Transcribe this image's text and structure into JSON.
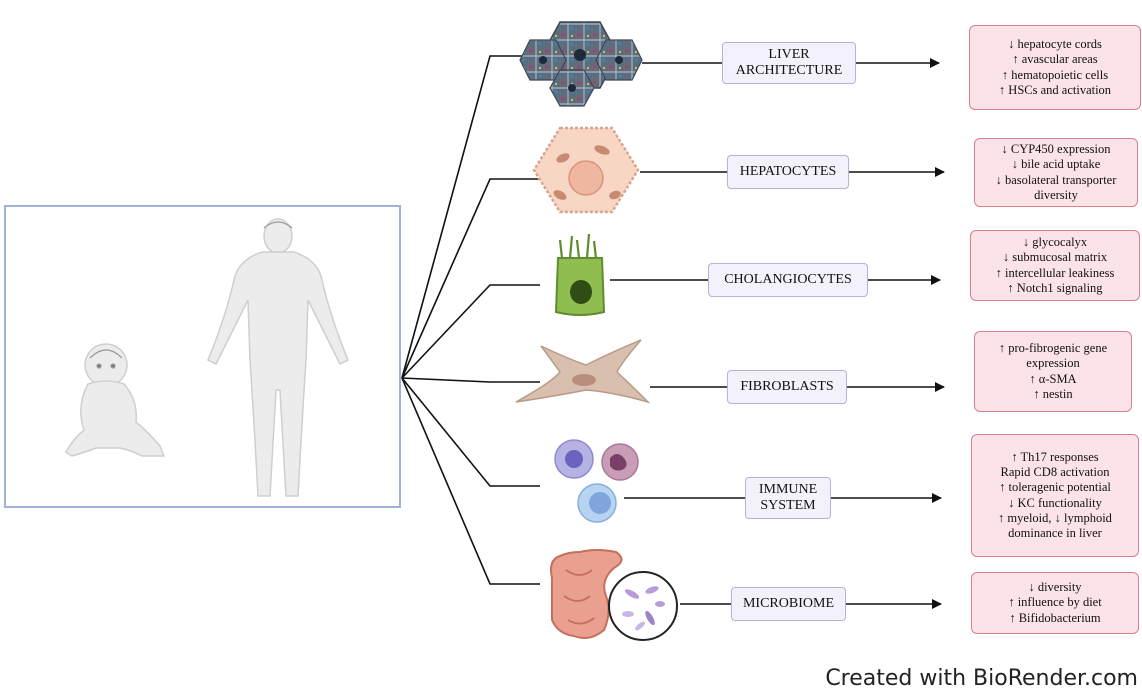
{
  "categories": [
    {
      "label": "LIVER\nARCHITECTURE",
      "icon": "liver-lobule-icon"
    },
    {
      "label": "HEPATOCYTES",
      "icon": "hepatocyte-icon"
    },
    {
      "label": "CHOLANGIOCYTES",
      "icon": "cholangiocyte-icon"
    },
    {
      "label": "FIBROBLASTS",
      "icon": "fibroblast-icon"
    },
    {
      "label": "IMMUNE\nSYSTEM",
      "icon": "immune-cells-icon"
    },
    {
      "label": "MICROBIOME",
      "icon": "intestine-microbiome-icon"
    }
  ],
  "effects": [
    [
      "↓ hepatocyte cords",
      "↑ avascular areas",
      "↑ hematopoietic cells",
      "↑ HSCs and activation"
    ],
    [
      "↓ CYP450 expression",
      "↓ bile acid uptake",
      "↓ basolateral transporter",
      "diversity"
    ],
    [
      "↓ glycocalyx",
      "↓ submucosal matrix",
      "↑ intercellular leakiness",
      "↑ Notch1 signaling"
    ],
    [
      "↑ pro-fibrogenic gene",
      "expression",
      "↑ α-SMA",
      "↑ nestin"
    ],
    [
      "↑ Th17 responses",
      "Rapid CD8 activation",
      "↑ toleragenic potential",
      "↓ KC functionality",
      "↑ myeloid, ↓ lymphoid",
      "dominance in liver"
    ],
    [
      "↓ diversity",
      "↑ influence by diet",
      "↑ Bifidobacterium"
    ]
  ],
  "illustration": {
    "icon": "infant-and-adult-figures-icon"
  },
  "credit": "Created with BioRender.com",
  "colors": {
    "category_fill": "#f3f1fb",
    "category_border": "#b9b0dd",
    "effect_fill": "#fbe3e8",
    "effect_border": "#d77f93",
    "frame_border": "#9fb1d6"
  }
}
